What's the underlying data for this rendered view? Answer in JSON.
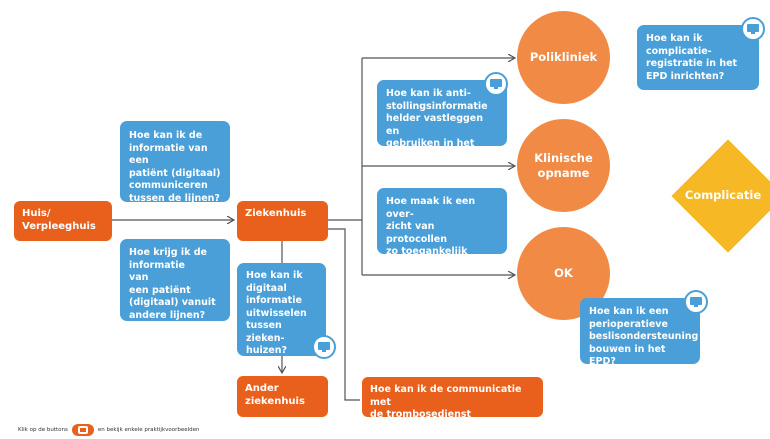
{
  "nodes": {
    "huis": "Huis/\nVerpleeghuis",
    "ziekenhuis": "Ziekenhuis",
    "ander": "Ander\nziekenhuis",
    "polikliniek": "Polikliniek",
    "klinische": "Klinische\nopname",
    "ok": "OK",
    "complicatie": "Complicatie"
  },
  "questions": {
    "q_informatie_communiceren": "Hoe kan ik de\ninformatie van een\npatiënt (digitaal)\ncommuniceren\ntussen de lijnen?",
    "q_informatie_krijgen": "Hoe krijg ik de\ninformatie\nvan\neen patiënt\n(digitaal) vanuit\nandere lijnen?",
    "q_digitaal_uitwisselen": "Hoe kan ik\ndigitaal\ninformatie\nuitwisselen\ntussen zieken-\nhuizen?",
    "q_antistolling": "Hoe kan ik anti-\nstollingsinformatie\nhelder vastleggen en\ngebruiken in het EPD?",
    "q_protocollen": "Hoe maak ik een over-\nzicht van protocollen\nzo toegankelijk\nmogelijk?",
    "q_complicatieregistratie": "Hoe kan ik\ncomplicatie-\nregistratie in het\nEPD inrichten?",
    "q_beslisondersteuning": "Hoe kan ik een\nperioperatieve\nbeslisondersteuning\nbouwen in het EPD?",
    "q_trombosedienst": "Hoe kan ik de communicatie met\nde trombosedienst digitaliseren?"
  },
  "legend": {
    "prefix": "Klik op de buttons",
    "suffix": "en bekijk enkele praktijkvoorbeelden"
  },
  "icons": {
    "screen": "monitor-screen-icon"
  },
  "colors": {
    "orange": "#e8601c",
    "light_orange": "#f08a45",
    "blue": "#4a9fd8",
    "yellow": "#f6b824",
    "line": "#555555"
  }
}
